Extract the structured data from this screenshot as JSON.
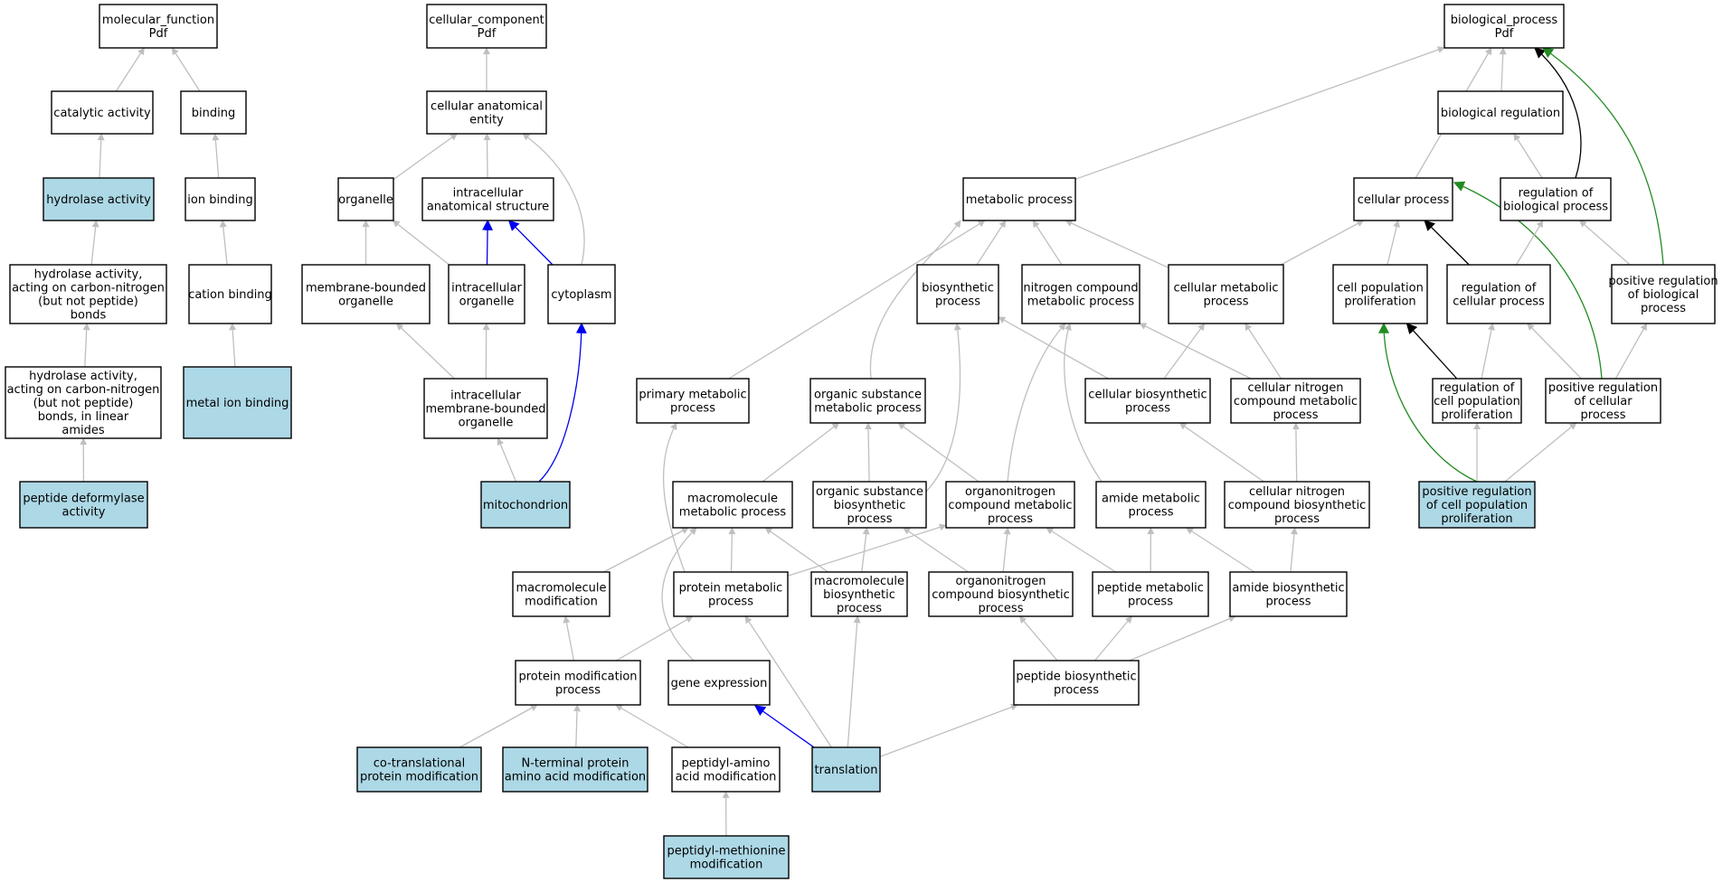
{
  "colors": {
    "highlight_fill": "#add8e6",
    "default_fill": "#ffffff",
    "gray_edge": "#bfbfbf",
    "black_edge": "#000000",
    "blue_edge": "#0000ee",
    "green_edge": "#228b22"
  },
  "nodes": {
    "mf": {
      "lines": [
        "molecular_function",
        "Pdf"
      ],
      "highlight": false
    },
    "cat": {
      "lines": [
        "catalytic activity"
      ],
      "highlight": false
    },
    "bind": {
      "lines": [
        "binding"
      ],
      "highlight": false
    },
    "hyd": {
      "lines": [
        "hydrolase activity"
      ],
      "highlight": true
    },
    "ionb": {
      "lines": [
        "ion binding"
      ],
      "highlight": false
    },
    "hydcn": {
      "lines": [
        "hydrolase activity,",
        "acting on carbon-nitrogen",
        "(but not peptide)",
        "bonds"
      ],
      "highlight": false
    },
    "cationb": {
      "lines": [
        "cation binding"
      ],
      "highlight": false
    },
    "hydcnl": {
      "lines": [
        "hydrolase activity,",
        "acting on carbon-nitrogen",
        "(but not peptide)",
        "bonds, in linear",
        "amides"
      ],
      "highlight": false
    },
    "metalb": {
      "lines": [
        "metal ion binding"
      ],
      "highlight": true
    },
    "pda": {
      "lines": [
        "peptide deformylase",
        "activity"
      ],
      "highlight": true
    },
    "cc": {
      "lines": [
        "cellular_component",
        "Pdf"
      ],
      "highlight": false
    },
    "cae": {
      "lines": [
        "cellular anatomical",
        "entity"
      ],
      "highlight": false
    },
    "org": {
      "lines": [
        "organelle"
      ],
      "highlight": false
    },
    "ias": {
      "lines": [
        "intracellular",
        "anatomical structure"
      ],
      "highlight": false
    },
    "mbo": {
      "lines": [
        "membrane-bounded",
        "organelle"
      ],
      "highlight": false
    },
    "io": {
      "lines": [
        "intracellular",
        "organelle"
      ],
      "highlight": false
    },
    "cyto": {
      "lines": [
        "cytoplasm"
      ],
      "highlight": false
    },
    "imbo": {
      "lines": [
        "intracellular",
        "membrane-bounded",
        "organelle"
      ],
      "highlight": false
    },
    "mito": {
      "lines": [
        "mitochondrion"
      ],
      "highlight": true
    },
    "bp": {
      "lines": [
        "biological_process",
        "Pdf"
      ],
      "highlight": false
    },
    "breg": {
      "lines": [
        "biological regulation"
      ],
      "highlight": false
    },
    "mp": {
      "lines": [
        "metabolic process"
      ],
      "highlight": false
    },
    "cp": {
      "lines": [
        "cellular process"
      ],
      "highlight": false
    },
    "rbp": {
      "lines": [
        "regulation of",
        "biological process"
      ],
      "highlight": false
    },
    "bsp": {
      "lines": [
        "biosynthetic",
        "process"
      ],
      "highlight": false
    },
    "ncmp": {
      "lines": [
        "nitrogen compound",
        "metabolic process"
      ],
      "highlight": false
    },
    "cmp": {
      "lines": [
        "cellular metabolic",
        "process"
      ],
      "highlight": false
    },
    "cpp": {
      "lines": [
        "cell population",
        "proliferation"
      ],
      "highlight": false
    },
    "rcp": {
      "lines": [
        "regulation of",
        "cellular process"
      ],
      "highlight": false
    },
    "prbp": {
      "lines": [
        "positive regulation",
        "of biological",
        "process"
      ],
      "highlight": false
    },
    "pmp": {
      "lines": [
        "primary metabolic",
        "process"
      ],
      "highlight": false
    },
    "osmp": {
      "lines": [
        "organic substance",
        "metabolic process"
      ],
      "highlight": false
    },
    "cbp": {
      "lines": [
        "cellular biosynthetic",
        "process"
      ],
      "highlight": false
    },
    "cncmp": {
      "lines": [
        "cellular nitrogen",
        "compound metabolic",
        "process"
      ],
      "highlight": false
    },
    "rcpp": {
      "lines": [
        "regulation of",
        "cell population",
        "proliferation"
      ],
      "highlight": false
    },
    "prcp": {
      "lines": [
        "positive regulation",
        "of cellular",
        "process"
      ],
      "highlight": false
    },
    "mmp": {
      "lines": [
        "macromolecule",
        "metabolic process"
      ],
      "highlight": false
    },
    "osbp": {
      "lines": [
        "organic substance",
        "biosynthetic",
        "process"
      ],
      "highlight": false
    },
    "oncmp": {
      "lines": [
        "organonitrogen",
        "compound metabolic",
        "process"
      ],
      "highlight": false
    },
    "amp": {
      "lines": [
        "amide metabolic",
        "process"
      ],
      "highlight": false
    },
    "cncbp": {
      "lines": [
        "cellular nitrogen",
        "compound biosynthetic",
        "process"
      ],
      "highlight": false
    },
    "prcpp": {
      "lines": [
        "positive regulation",
        "of cell population",
        "proliferation"
      ],
      "highlight": true
    },
    "mmod": {
      "lines": [
        "macromolecule",
        "modification"
      ],
      "highlight": false
    },
    "protmp": {
      "lines": [
        "protein metabolic",
        "process"
      ],
      "highlight": false
    },
    "mbp": {
      "lines": [
        "macromolecule",
        "biosynthetic",
        "process"
      ],
      "highlight": false
    },
    "oncbp": {
      "lines": [
        "organonitrogen",
        "compound biosynthetic",
        "process"
      ],
      "highlight": false
    },
    "pepmp": {
      "lines": [
        "peptide metabolic",
        "process"
      ],
      "highlight": false
    },
    "abp": {
      "lines": [
        "amide biosynthetic",
        "process"
      ],
      "highlight": false
    },
    "pmodp": {
      "lines": [
        "protein modification",
        "process"
      ],
      "highlight": false
    },
    "ge": {
      "lines": [
        "gene expression"
      ],
      "highlight": false
    },
    "pbp": {
      "lines": [
        "peptide biosynthetic",
        "process"
      ],
      "highlight": false
    },
    "ctpm": {
      "lines": [
        "co-translational",
        "protein modification"
      ],
      "highlight": true
    },
    "ntpm": {
      "lines": [
        "N-terminal protein",
        "amino acid modification"
      ],
      "highlight": true
    },
    "pam": {
      "lines": [
        "peptidyl-amino",
        "acid modification"
      ],
      "highlight": false
    },
    "trans": {
      "lines": [
        "translation"
      ],
      "highlight": true
    },
    "pmm": {
      "lines": [
        "peptidyl-methionine",
        "modification"
      ],
      "highlight": true
    }
  },
  "edges": [
    {
      "from": "cat",
      "to": "mf",
      "color": "gray"
    },
    {
      "from": "bind",
      "to": "mf",
      "color": "gray"
    },
    {
      "from": "hyd",
      "to": "cat",
      "color": "gray"
    },
    {
      "from": "ionb",
      "to": "bind",
      "color": "gray"
    },
    {
      "from": "hydcn",
      "to": "hyd",
      "color": "gray"
    },
    {
      "from": "cationb",
      "to": "ionb",
      "color": "gray"
    },
    {
      "from": "hydcnl",
      "to": "hydcn",
      "color": "gray"
    },
    {
      "from": "metalb",
      "to": "cationb",
      "color": "gray"
    },
    {
      "from": "pda",
      "to": "hydcnl",
      "color": "gray"
    },
    {
      "from": "cae",
      "to": "cc",
      "color": "gray"
    },
    {
      "from": "org",
      "to": "cae",
      "color": "gray"
    },
    {
      "from": "ias",
      "to": "cae",
      "color": "gray"
    },
    {
      "from": "cyto",
      "to": "cae",
      "color": "gray"
    },
    {
      "from": "mbo",
      "to": "org",
      "color": "gray"
    },
    {
      "from": "io",
      "to": "org",
      "color": "gray"
    },
    {
      "from": "io",
      "to": "ias",
      "color": "blue"
    },
    {
      "from": "cyto",
      "to": "ias",
      "color": "blue"
    },
    {
      "from": "imbo",
      "to": "mbo",
      "color": "gray"
    },
    {
      "from": "imbo",
      "to": "io",
      "color": "gray"
    },
    {
      "from": "mito",
      "to": "imbo",
      "color": "gray"
    },
    {
      "from": "mito",
      "to": "cyto",
      "color": "blue"
    },
    {
      "from": "breg",
      "to": "bp",
      "color": "gray"
    },
    {
      "from": "mp",
      "to": "bp",
      "color": "gray"
    },
    {
      "from": "cp",
      "to": "bp",
      "color": "gray"
    },
    {
      "from": "rbp",
      "to": "bp",
      "color": "black"
    },
    {
      "from": "prbp",
      "to": "bp",
      "color": "green"
    },
    {
      "from": "rbp",
      "to": "breg",
      "color": "gray"
    },
    {
      "from": "bsp",
      "to": "mp",
      "color": "gray"
    },
    {
      "from": "ncmp",
      "to": "mp",
      "color": "gray"
    },
    {
      "from": "cmp",
      "to": "mp",
      "color": "gray"
    },
    {
      "from": "pmp",
      "to": "mp",
      "color": "gray"
    },
    {
      "from": "osmp",
      "to": "mp",
      "color": "gray"
    },
    {
      "from": "cmp",
      "to": "cp",
      "color": "gray"
    },
    {
      "from": "cpp",
      "to": "cp",
      "color": "gray"
    },
    {
      "from": "rcp",
      "to": "cp",
      "color": "black"
    },
    {
      "from": "prcp",
      "to": "cp",
      "color": "green"
    },
    {
      "from": "rcp",
      "to": "rbp",
      "color": "gray"
    },
    {
      "from": "prbp",
      "to": "rbp",
      "color": "gray"
    },
    {
      "from": "prcp",
      "to": "prbp",
      "color": "gray"
    },
    {
      "from": "cbp",
      "to": "bsp",
      "color": "gray"
    },
    {
      "from": "osbp",
      "to": "bsp",
      "color": "gray"
    },
    {
      "from": "cncmp",
      "to": "ncmp",
      "color": "gray"
    },
    {
      "from": "oncmp",
      "to": "ncmp",
      "color": "gray"
    },
    {
      "from": "amp",
      "to": "ncmp",
      "color": "gray"
    },
    {
      "from": "cbp",
      "to": "cmp",
      "color": "gray"
    },
    {
      "from": "cncmp",
      "to": "cmp",
      "color": "gray"
    },
    {
      "from": "cncbp",
      "to": "cbp",
      "color": "gray"
    },
    {
      "from": "cncbp",
      "to": "cncmp",
      "color": "gray"
    },
    {
      "from": "rcpp",
      "to": "cpp",
      "color": "black"
    },
    {
      "from": "prcpp",
      "to": "cpp",
      "color": "green"
    },
    {
      "from": "rcpp",
      "to": "rcp",
      "color": "gray"
    },
    {
      "from": "prcp",
      "to": "rcp",
      "color": "gray"
    },
    {
      "from": "prcpp",
      "to": "rcpp",
      "color": "gray"
    },
    {
      "from": "prcpp",
      "to": "prcp",
      "color": "gray"
    },
    {
      "from": "mmp",
      "to": "osmp",
      "color": "gray"
    },
    {
      "from": "osbp",
      "to": "osmp",
      "color": "gray"
    },
    {
      "from": "oncmp",
      "to": "osmp",
      "color": "gray"
    },
    {
      "from": "protmp",
      "to": "pmp",
      "color": "gray"
    },
    {
      "from": "mmod",
      "to": "mmp",
      "color": "gray"
    },
    {
      "from": "protmp",
      "to": "mmp",
      "color": "gray"
    },
    {
      "from": "mbp",
      "to": "mmp",
      "color": "gray"
    },
    {
      "from": "ge",
      "to": "mmp",
      "color": "gray"
    },
    {
      "from": "mbp",
      "to": "osbp",
      "color": "gray"
    },
    {
      "from": "protmp",
      "to": "oncmp",
      "color": "gray"
    },
    {
      "from": "oncbp",
      "to": "oncmp",
      "color": "gray"
    },
    {
      "from": "oncbp",
      "to": "osbp",
      "color": "gray"
    },
    {
      "from": "pepmp",
      "to": "oncmp",
      "color": "gray"
    },
    {
      "from": "pepmp",
      "to": "amp",
      "color": "gray"
    },
    {
      "from": "abp",
      "to": "amp",
      "color": "gray"
    },
    {
      "from": "abp",
      "to": "cncbp",
      "color": "gray"
    },
    {
      "from": "pmodp",
      "to": "mmod",
      "color": "gray"
    },
    {
      "from": "pmodp",
      "to": "protmp",
      "color": "gray"
    },
    {
      "from": "trans",
      "to": "protmp",
      "color": "gray"
    },
    {
      "from": "trans",
      "to": "mbp",
      "color": "gray"
    },
    {
      "from": "trans",
      "to": "ge",
      "color": "blue"
    },
    {
      "from": "trans",
      "to": "pbp",
      "color": "gray"
    },
    {
      "from": "pbp",
      "to": "oncbp",
      "color": "gray"
    },
    {
      "from": "pbp",
      "to": "pepmp",
      "color": "gray"
    },
    {
      "from": "pbp",
      "to": "abp",
      "color": "gray"
    },
    {
      "from": "ctpm",
      "to": "pmodp",
      "color": "gray"
    },
    {
      "from": "ntpm",
      "to": "pmodp",
      "color": "gray"
    },
    {
      "from": "pam",
      "to": "pmodp",
      "color": "gray"
    },
    {
      "from": "pmm",
      "to": "pam",
      "color": "gray"
    }
  ]
}
